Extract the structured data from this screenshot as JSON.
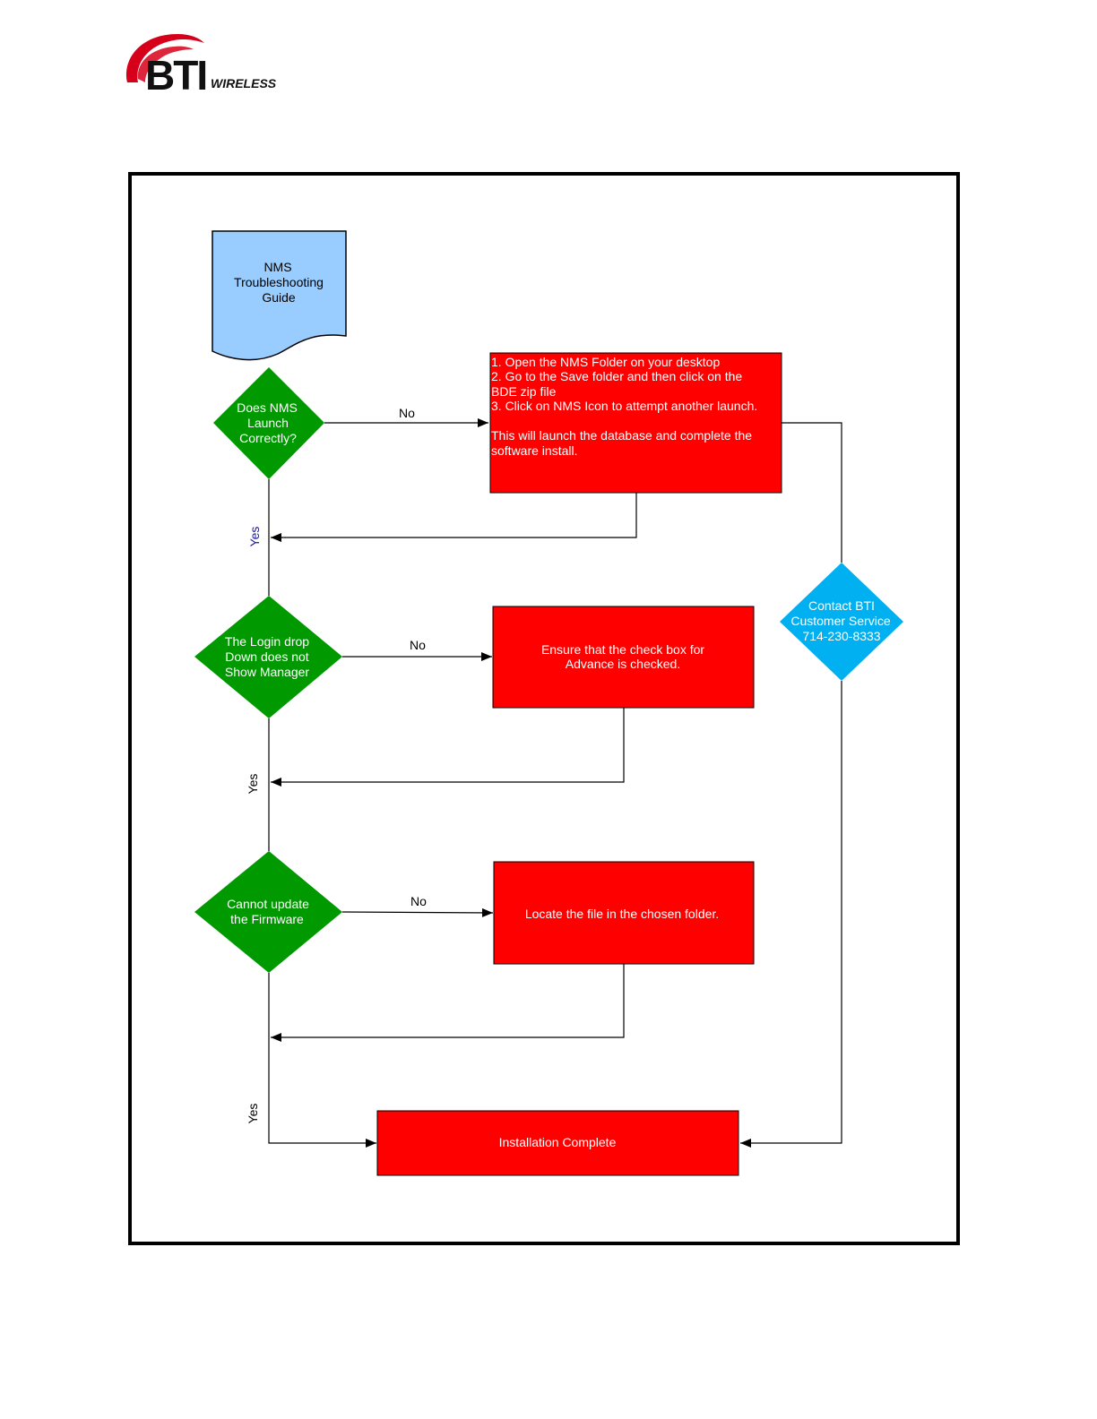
{
  "logo": {
    "brand": "BTI",
    "sub": "WIRELESS"
  },
  "colors": {
    "start": "#99ccff",
    "decision": "#009900",
    "process": "#ff0000",
    "contact": "#00b0f0"
  },
  "nodes": {
    "start": {
      "lines": [
        "NMS",
        "Troubleshooting",
        "Guide"
      ]
    },
    "decision1": {
      "lines": [
        "Does NMS",
        "Launch",
        "Correctly?"
      ]
    },
    "process1": {
      "lines": [
        "1. Open the NMS Folder on your desktop",
        "2. Go to the Save folder and then click on the",
        "BDE  zip file",
        "3. Click on NMS Icon to attempt another launch."
      ],
      "note_lines": [
        "This will launch the database and complete the",
        "software install."
      ]
    },
    "decision2": {
      "lines": [
        "The Login drop",
        "Down does not",
        "Show Manager"
      ]
    },
    "process2": {
      "lines": [
        "Ensure that the check box for",
        "Advance is checked."
      ]
    },
    "decision3": {
      "lines": [
        "Cannot update",
        "the Firmware"
      ]
    },
    "process3": {
      "lines": [
        "Locate the file in the chosen folder."
      ]
    },
    "contact": {
      "lines": [
        "Contact BTI",
        "Customer Service",
        "714-230-8333"
      ]
    },
    "end": {
      "lines": [
        "Installation Complete"
      ]
    }
  },
  "edges": {
    "d1_no": "No",
    "d1_yes": "Yes",
    "d2_no": "No",
    "d2_yes": "Yes",
    "d3_no": "No",
    "d3_yes": "Yes"
  }
}
